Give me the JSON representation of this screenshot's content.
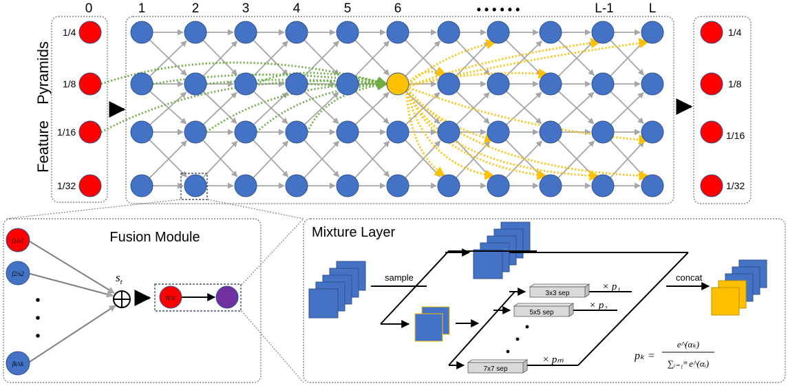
{
  "columns": [
    "0",
    "1",
    "2",
    "3",
    "4",
    "5",
    "6",
    "L-1",
    "L"
  ],
  "ellipsis": "• • • • • •",
  "scales": [
    "1/4",
    "1/8",
    "1/16",
    "1/32"
  ],
  "side_label": {
    "line1": "Feature",
    "line2": "Pyramids"
  },
  "fusion": {
    "title": "Fusion Module",
    "st": "s",
    "st_sub": "t",
    "inputs": [
      "f1/s1",
      "f2/s2",
      "fk/sk"
    ],
    "out": "ft/st"
  },
  "mixture": {
    "title": "Mixture Layer",
    "sample": "sample",
    "concat": "concat",
    "ops": [
      "3x3 sep",
      "5x5 sep",
      "7x7 sep"
    ],
    "weights": [
      "× p₁",
      "× p₂",
      "× pₘ"
    ],
    "formula_lhs": "pₖ =",
    "formula_num": "e^(αₖ)",
    "formula_den": "∑ᵢ₌₁ᵐ e^(αᵢ)"
  },
  "colors": {
    "blue": "#4472c4",
    "red": "#ff0000",
    "yellow": "#ffc000",
    "purple": "#7030a0",
    "green": "#70ad47",
    "gray": "#a6a6a6",
    "box": "#7f7f7f"
  }
}
